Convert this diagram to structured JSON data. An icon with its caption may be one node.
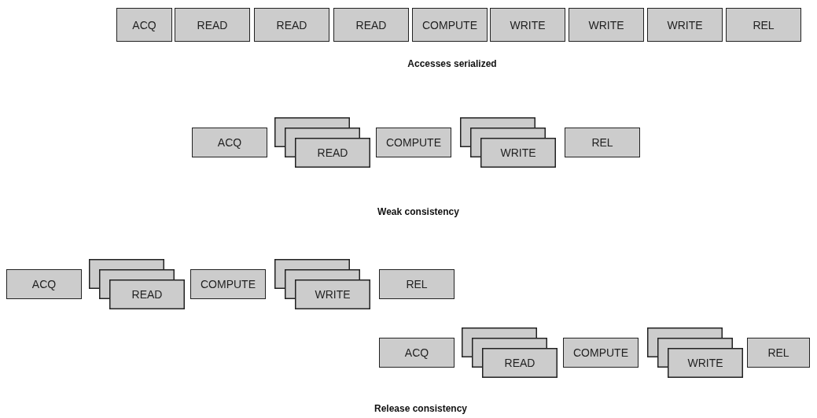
{
  "diagram": {
    "nodes": [
      {
        "text": [
          "ACQ"
        ]
      },
      {
        "text": [
          "READ"
        ]
      },
      {
        "text": [
          "READ"
        ]
      },
      {
        "text": [
          "READ"
        ]
      },
      {
        "text": [
          "COMPUTE"
        ]
      },
      {
        "text": [
          "WRITE"
        ]
      },
      {
        "text": [
          "WRITE"
        ]
      },
      {
        "text": [
          "WRITE"
        ]
      },
      {
        "text": [
          "REL"
        ]
      },
      {
        "text": [
          "ACQ"
        ]
      },
      {
        "text": [
          "READ"
        ]
      },
      {
        "text": [
          "COMPUTE"
        ]
      },
      {
        "text": [
          "WRITE"
        ]
      },
      {
        "text": [
          "REL"
        ]
      },
      {
        "text": [
          "ACQ"
        ]
      },
      {
        "text": [
          "READ"
        ]
      },
      {
        "text": [
          "COMPUTE"
        ]
      },
      {
        "text": [
          "WRITE"
        ]
      },
      {
        "text": [
          "REL"
        ]
      },
      {
        "text": [
          "ACQ"
        ]
      },
      {
        "text": [
          "READ"
        ]
      },
      {
        "text": [
          "COMPUTE"
        ]
      },
      {
        "text": [
          "WRITE"
        ]
      },
      {
        "text": [
          "REL"
        ]
      }
    ],
    "labels": [
      "Accesses serialized",
      "Weak consistency",
      "Release consistency"
    ]
  }
}
